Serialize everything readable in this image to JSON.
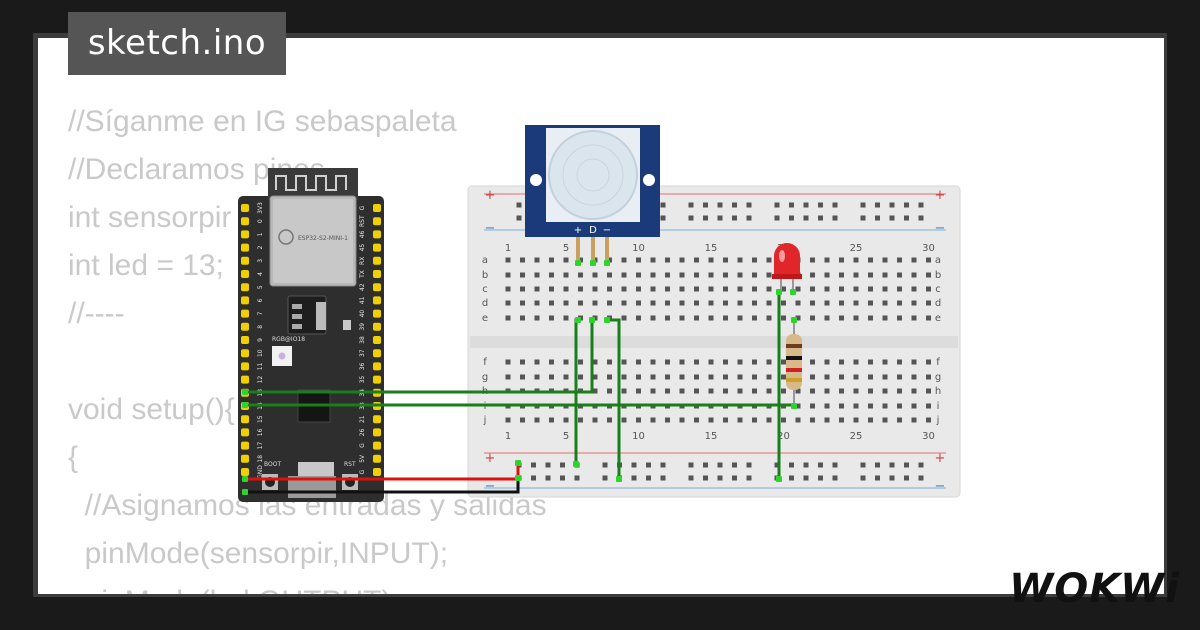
{
  "tab": {
    "title": "sketch.ino"
  },
  "code_lines": [
    "//Síganme en IG sebaspaleta",
    "//Declaramos pines",
    "int sensorpir = 10;",
    "int led = 13;",
    "//----",
    "",
    "void setup(){",
    "{",
    "  //Asignamos las entradas y salidas",
    "  pinMode(sensorpir,INPUT);",
    "  pinMode(led,OUTPUT);"
  ],
  "board": {
    "module_label": "ESP32-S2-MINI-1",
    "rgb_label": "RGB@IO18",
    "boot_label": "BOOT",
    "rst_label": "RST",
    "left_pins": [
      "3V3",
      "0",
      "1",
      "2",
      "3",
      "4",
      "5",
      "6",
      "7",
      "8",
      "9",
      "10",
      "11",
      "12",
      "13",
      "14",
      "15",
      "16",
      "17",
      "18",
      "GND"
    ],
    "right_pins": [
      "G",
      "RST",
      "46",
      "45",
      "RX",
      "TX",
      "42",
      "41",
      "40",
      "39",
      "38",
      "37",
      "36",
      "35",
      "34",
      "33",
      "21",
      "26",
      "G",
      "5V",
      "G"
    ]
  },
  "pir": {
    "pins": [
      "+",
      "D",
      "−"
    ]
  },
  "breadboard": {
    "col_numbers": [
      "1",
      "5",
      "10",
      "15",
      "20",
      "25",
      "30"
    ],
    "rows_top": [
      "a",
      "b",
      "c",
      "d",
      "e"
    ],
    "rows_bottom": [
      "f",
      "g",
      "h",
      "i",
      "j"
    ],
    "plus": "+",
    "minus": "−"
  },
  "brand": {
    "name": "WOKWi"
  },
  "colors": {
    "wire_green": "#1a7f1a",
    "wire_red": "#e01010",
    "wire_black": "#111111",
    "led_red": "#e0262a",
    "board": "#2e2e2e",
    "pir_blue": "#1b3a7a"
  }
}
